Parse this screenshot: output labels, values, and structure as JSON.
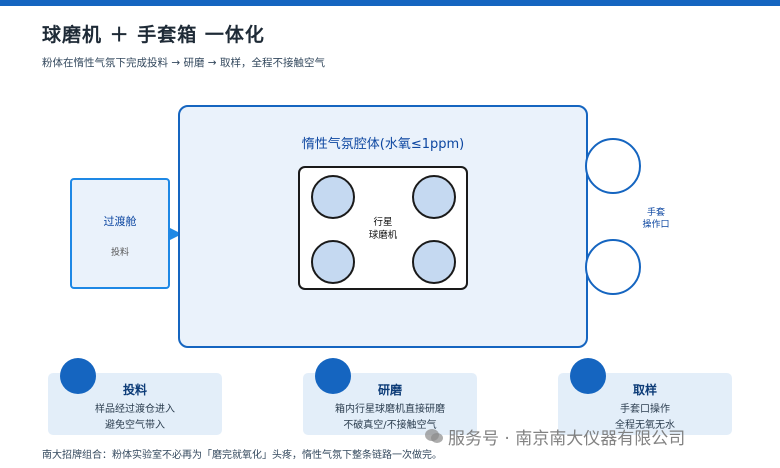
{
  "title": "球磨机 ＋ 手套箱 一体化",
  "subtitle": "粉体在惰性气氛下完成投料 → 研磨 → 取样，全程不接触空气",
  "chamber": {
    "title": "惰性气氛腔体(水氧≤1ppm)"
  },
  "antechamber": {
    "label": "过渡舱",
    "sub": "投料"
  },
  "mill": {
    "line1": "行星",
    "line2": "球磨机"
  },
  "glove_port": {
    "line1": "手套",
    "line2": "操作口"
  },
  "steps": [
    {
      "title": "投料",
      "line1": "样品经过渡仓进入",
      "line2": "避免空气带入"
    },
    {
      "title": "研磨",
      "line1": "箱内行星球磨机直接研磨",
      "line2": "不破真空/不接触空气"
    },
    {
      "title": "取样",
      "line1": "手套口操作",
      "line2": "全程无氧无水"
    }
  ],
  "footer": "南大招牌组合：粉体实验室不必再为「磨完就氧化」头疼，惰性气氛下整条链路一次做完。",
  "watermark": "服务号 · 南京南大仪器有限公司",
  "colors": {
    "primary": "#1565c0",
    "panel": "#eaf2fb",
    "jar": "#c5d9f1"
  }
}
